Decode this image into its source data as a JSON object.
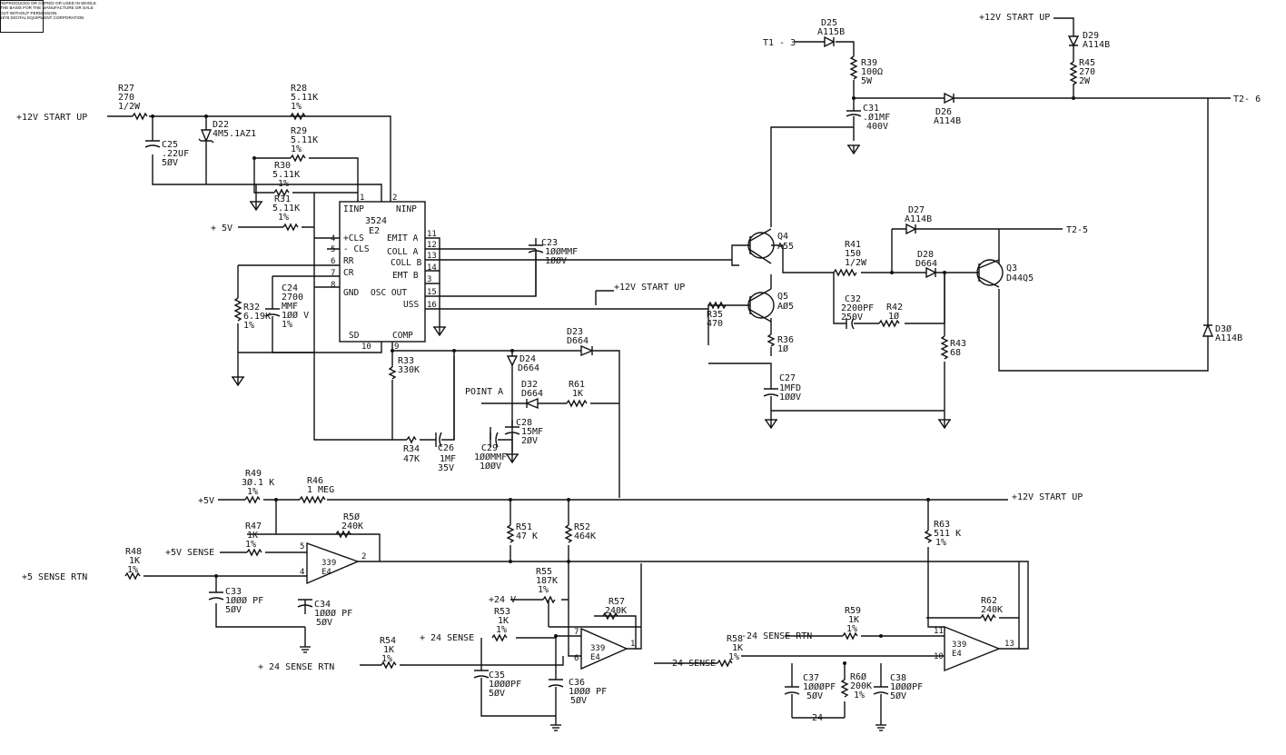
{
  "copyright_notice": {
    "lines": [
      "REPRODUCED OR COPIED OR USED IN WHOLE",
      "THE BASIS FOR THE MANUFACTURE OR SALE",
      "OUT WITHOUT PERMISSION.",
      "1978 DIGITAL EQUIPMENT CORPORATION"
    ]
  },
  "nets": {
    "v12_start_up_left": "+12V START UP",
    "v12_start_up_top": "+12V START UP",
    "v12_start_up_mid": "+12V START UP",
    "v12_start_up_right": "+12V START UP",
    "v5_top": "+ 5V",
    "v5_bottom": "+5V",
    "v5_sense": "+5V SENSE",
    "v5_sense_rtn": "+5 SENSE RTN",
    "v24": "+24 V",
    "v24_sense": "+ 24 SENSE",
    "v24_sense_rtn": "+ 24 SENSE RTN",
    "m24_sense_rtn": "-24  SENSE RTN",
    "m24_sense": "- 24 SENSE",
    "m24_bottom": "-24",
    "t1_3": "T1 - 3",
    "t2_6": "T2- 6",
    "t2_5": "T2-5",
    "point_a": "POINT A"
  },
  "ic_3524": {
    "ref": "3524",
    "loc": "E2",
    "pins": {
      "iinp": "IINP",
      "ninp": "NINP",
      "p1": "1",
      "p2": "2",
      "p4": "4",
      "p5": "5",
      "p6": "6",
      "p7": "7",
      "p8": "8",
      "p9": "9",
      "p10": "10",
      "p11": "11",
      "p12": "12",
      "p13": "13",
      "p14": "14",
      "p3": "3",
      "p15": "15",
      "p16": "16",
      "cls_p": "+CLS",
      "cls_m": "- CLS",
      "rr": "RR",
      "cr": "CR",
      "gnd": "GND",
      "emit_a": "EMIT A",
      "coll_a": "COLL A",
      "coll_b": "COLL B",
      "emt_b": "EMT B",
      "osc_out": "OSC OUT",
      "uss": "USS",
      "sd": "SD",
      "comp": "COMP"
    }
  },
  "comparators": [
    {
      "ref": "339",
      "loc": "E4",
      "pin_a": "5",
      "pin_b": "4",
      "pin_out": "2"
    },
    {
      "ref": "339",
      "loc": "E4",
      "pin_a": "7",
      "pin_b": "6",
      "pin_out": "1"
    },
    {
      "ref": "339",
      "loc": "E4",
      "pin_a": "11",
      "pin_b": "10",
      "pin_out": "13"
    }
  ],
  "transistors": {
    "q4": {
      "ref": "Q4",
      "part": "A55"
    },
    "q5": {
      "ref": "Q5",
      "part": "AØ5"
    },
    "q3": {
      "ref": "Q3",
      "part": "D44Q5"
    }
  },
  "components": {
    "r27": {
      "ref": "R27",
      "v1": "270",
      "v2": "1/2W"
    },
    "r28": {
      "ref": "R28",
      "v1": "5.11K",
      "v2": "1%"
    },
    "r29": {
      "ref": "R29",
      "v1": "5.11K",
      "v2": "1%"
    },
    "r30": {
      "ref": "R30",
      "v1": "5.11K",
      "v2": "1%"
    },
    "r31": {
      "ref": "R31",
      "v1": "5.11K",
      "v2": "1%"
    },
    "r32": {
      "ref": "R32",
      "v1": "6.19K",
      "v2": "1%"
    },
    "r33": {
      "ref": "R33",
      "v1": "330K"
    },
    "r34": {
      "ref": "R34",
      "v1": "47K"
    },
    "r35": {
      "ref": "R35",
      "v1": "470"
    },
    "r36": {
      "ref": "R36",
      "v1": "1Ø"
    },
    "r39": {
      "ref": "R39",
      "v1": "100Ω",
      "v2": "5W"
    },
    "r41": {
      "ref": "R41",
      "v1": "150",
      "v2": "1/2W"
    },
    "r42": {
      "ref": "R42",
      "v1": "1Ø"
    },
    "r43": {
      "ref": "R43",
      "v1": "68"
    },
    "r45": {
      "ref": "R45",
      "v1": "270",
      "v2": "2W"
    },
    "r46": {
      "ref": "R46",
      "v1": "1 MEG"
    },
    "r47": {
      "ref": "R47",
      "v1": "1K",
      "v2": "1%"
    },
    "r48": {
      "ref": "R48",
      "v1": "1K",
      "v2": "1%"
    },
    "r49": {
      "ref": "R49",
      "v1": "3Ø.1 K",
      "v2": "1%"
    },
    "r50": {
      "ref": "R5Ø",
      "v1": "240K"
    },
    "r51": {
      "ref": "R51",
      "v1": "47 K"
    },
    "r52": {
      "ref": "R52",
      "v1": "464K"
    },
    "r53": {
      "ref": "R53",
      "v1": "1K",
      "v2": "1%"
    },
    "r54": {
      "ref": "R54",
      "v1": "1K",
      "v2": "1%"
    },
    "r55": {
      "ref": "R55",
      "v1": "187K",
      "v2": "1%"
    },
    "r57": {
      "ref": "R57",
      "v1": "240K"
    },
    "r58": {
      "ref": "R58",
      "v1": "1K",
      "v2": "1%"
    },
    "r59": {
      "ref": "R59",
      "v1": "1K",
      "v2": "1%"
    },
    "r60": {
      "ref": "R6Ø",
      "v1": "200K",
      "v2": "1%"
    },
    "r61": {
      "ref": "R61",
      "v1": "1K"
    },
    "r62": {
      "ref": "R62",
      "v1": "240K"
    },
    "r63": {
      "ref": "R63",
      "v1": "511 K",
      "v2": "1%"
    },
    "c23": {
      "ref": "C23",
      "v1": "1ØØMMF",
      "v2": "1ØØV"
    },
    "c24": {
      "ref": "C24",
      "v1": "2700",
      "v2": "MMF",
      "v3": "1ØØ V",
      "v4": "1%"
    },
    "c25": {
      "ref": "C25",
      "v1": ".22UF",
      "v2": "5ØV"
    },
    "c26": {
      "ref": "C26",
      "v1": "1MF",
      "v2": "35V"
    },
    "c27": {
      "ref": "C27",
      "v1": "1MFD",
      "v2": "1ØØV"
    },
    "c28": {
      "ref": "C28",
      "v1": "15MF",
      "v2": "2ØV"
    },
    "c29": {
      "ref": "C29",
      "v1": "1ØØMMF",
      "v2": "1ØØV"
    },
    "c31": {
      "ref": "C31",
      "v1": ".Ø1MF",
      "v2": "400V"
    },
    "c32": {
      "ref": "C32",
      "v1": "2200PF",
      "v2": "250V"
    },
    "c33": {
      "ref": "C33",
      "v1": "1ØØØ PF",
      "v2": "5ØV"
    },
    "c34": {
      "ref": "C34",
      "v1": "1ØØØ PF",
      "v2": "5ØV"
    },
    "c35": {
      "ref": "C35",
      "v1": "1ØØØPF",
      "v2": "5ØV"
    },
    "c36": {
      "ref": "C36",
      "v1": "1ØØØ PF",
      "v2": "5ØV"
    },
    "c37": {
      "ref": "C37",
      "v1": "1ØØØPF",
      "v2": "5ØV"
    },
    "c38": {
      "ref": "C38",
      "v1": "1ØØØPF",
      "v2": "5ØV"
    },
    "d22": {
      "ref": "D22",
      "v1": "4M5.1AZ1"
    },
    "d23": {
      "ref": "D23",
      "v1": "D664"
    },
    "d24": {
      "ref": "D24",
      "v1": "D664"
    },
    "d25": {
      "ref": "D25",
      "v1": "A115B"
    },
    "d26": {
      "ref": "D26",
      "v1": "A114B"
    },
    "d27": {
      "ref": "D27",
      "v1": "A114B"
    },
    "d28": {
      "ref": "D28",
      "v1": "D664"
    },
    "d29": {
      "ref": "D29",
      "v1": "A114B"
    },
    "d30": {
      "ref": "D3Ø",
      "v1": "A114B"
    },
    "d32": {
      "ref": "D32",
      "v1": "D664"
    }
  }
}
